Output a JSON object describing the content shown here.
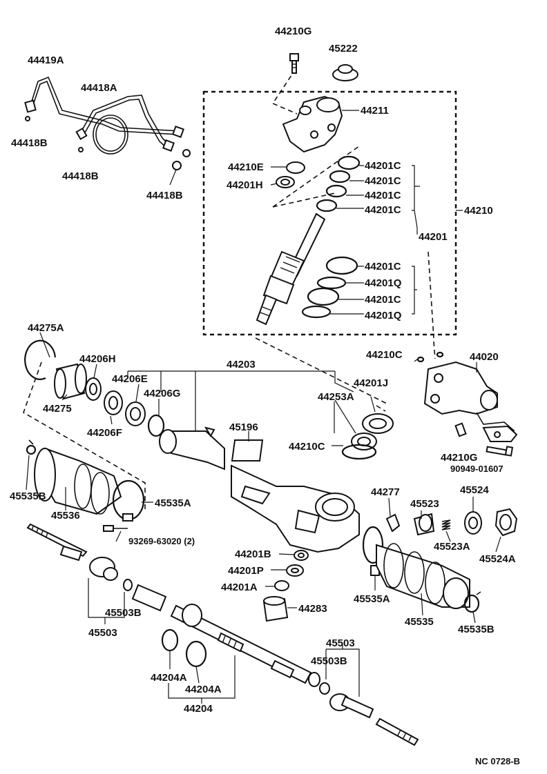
{
  "diagram": {
    "footer_code": "NC 0728-B",
    "labels": {
      "l_44210G_top": "44210G",
      "l_45222": "45222",
      "l_44419A": "44419A",
      "l_44418A": "44418A",
      "l_44418B_1": "44418B",
      "l_44418B_2": "44418B",
      "l_44418B_3": "44418B",
      "l_44211": "44211",
      "l_44210E": "44210E",
      "l_44201H": "44201H",
      "l_44201C_1": "44201C",
      "l_44201C_2": "44201C",
      "l_44201C_3": "44201C",
      "l_44201C_4": "44201C",
      "l_44201C_5": "44201C",
      "l_44201C_6": "44201C",
      "l_44201Q_1": "44201Q",
      "l_44201Q_2": "44201Q",
      "l_44210": "44210",
      "l_44201": "44201",
      "l_44275A": "44275A",
      "l_44206H": "44206H",
      "l_44203": "44203",
      "l_44206E": "44206E",
      "l_44206G": "44206G",
      "l_44275": "44275",
      "l_44206F": "44206F",
      "l_44210C_right": "44210C",
      "l_44020": "44020",
      "l_44201J": "44201J",
      "l_44253A": "44253A",
      "l_45196": "45196",
      "l_44210C_mid": "44210C",
      "l_44210G_right": "44210G",
      "l_90949": "90949-01607",
      "l_45535B_left": "45535B",
      "l_45536": "45536",
      "l_45535A_left": "45535A",
      "l_93269": "93269-63020 (2)",
      "l_44277": "44277",
      "l_45523": "45523",
      "l_45524": "45524",
      "l_45523A": "45523A",
      "l_45524A": "45524A",
      "l_44201B": "44201B",
      "l_44201P": "44201P",
      "l_44201A": "44201A",
      "l_44283": "44283",
      "l_45535A_right": "45535A",
      "l_45535": "45535",
      "l_45535B_right": "45535B",
      "l_45503B_left": "45503B",
      "l_45503_left": "45503",
      "l_45503_right": "45503",
      "l_45503B_right": "45503B",
      "l_44204A_1": "44204A",
      "l_44204A_2": "44204A",
      "l_44204": "44204"
    }
  }
}
